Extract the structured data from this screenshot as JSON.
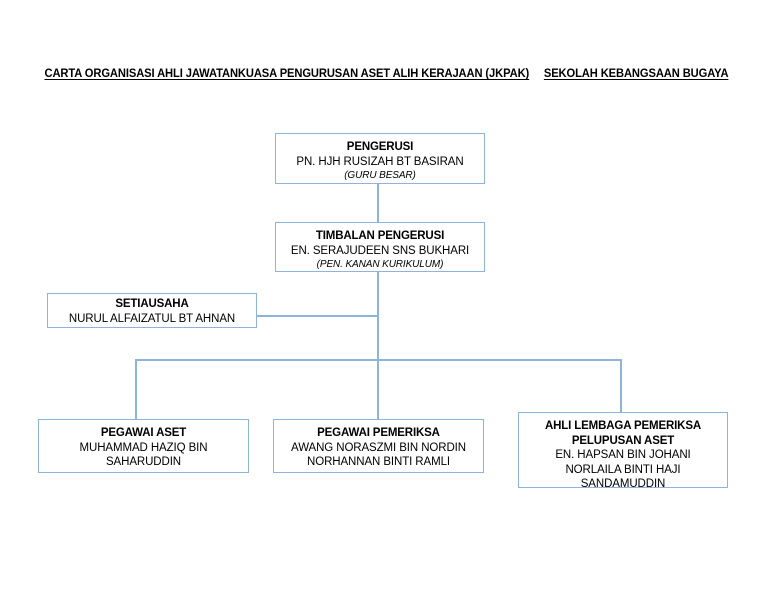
{
  "title": {
    "line1": "CARTA ORGANISASI AHLI JAWATANKUASA PENGURUSAN ASET ALIH KERAJAAN (JKPAK)",
    "line2": "SEKOLAH KEBANGSAAN BUGAYA"
  },
  "colors": {
    "box_border": "#8FB4D9",
    "connector": "#8FB4D9",
    "text": "#000000",
    "background": "#FFFFFF"
  },
  "nodes": {
    "pengerusi": {
      "role": "PENGERUSI",
      "person": "PN. HJH RUSIZAH BT BASIRAN",
      "note": "(GURU BESAR)"
    },
    "timbalan_pengerusi": {
      "role": "TIMBALAN PENGERUSI",
      "person": "EN. SERAJUDEEN SNS BUKHARI",
      "note": "(PEN. KANAN KURIKULUM)"
    },
    "setiausaha": {
      "role": "SETIAUSAHA",
      "person": "NURUL ALFAIZATUL BT AHNAN"
    },
    "pegawai_aset": {
      "role": "PEGAWAI ASET",
      "person_line1": "MUHAMMAD HAZIQ BIN",
      "person_line2": "SAHARUDDIN"
    },
    "pegawai_pemeriksa": {
      "role": "PEGAWAI PEMERIKSA",
      "person_line1": "AWANG NORASZMI BIN NORDIN",
      "person_line2": "NORHANNAN BINTI RAMLI"
    },
    "ahli_lembaga_pemeriksa": {
      "role_line1": "AHLI LEMBAGA PEMERIKSA",
      "role_line2": "PELUPUSAN ASET",
      "person_line1": "EN. HAPSAN BIN JOHANI",
      "person_line2": "NORLAILA BINTI HAJI",
      "person_line3": "SANDAMUDDIN"
    }
  }
}
